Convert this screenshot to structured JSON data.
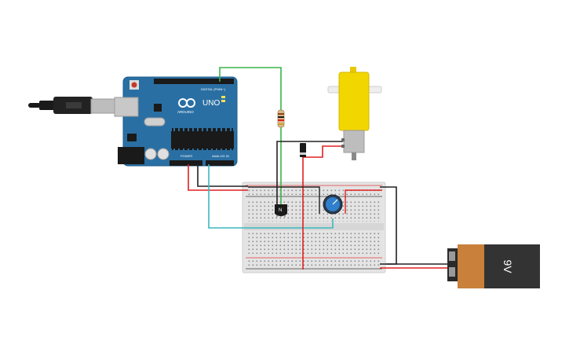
{
  "arduino": {
    "logo_text": "ARDUINO",
    "model_label": "UNO",
    "digital_label": "DIGITAL (PWM~)",
    "power_label": "POWER",
    "analog_label": "ANALOG IN"
  },
  "battery": {
    "voltage_label": "9V"
  },
  "transistor": {
    "label": "N"
  },
  "colors": {
    "board_blue": "#2a6fa3",
    "wire_red": "#e02020",
    "wire_black": "#222222",
    "wire_green": "#3cb34a",
    "wire_cyan": "#3ab8c0",
    "motor_yellow": "#f2d600",
    "battery_orange": "#c8803a",
    "battery_black": "#333333"
  }
}
